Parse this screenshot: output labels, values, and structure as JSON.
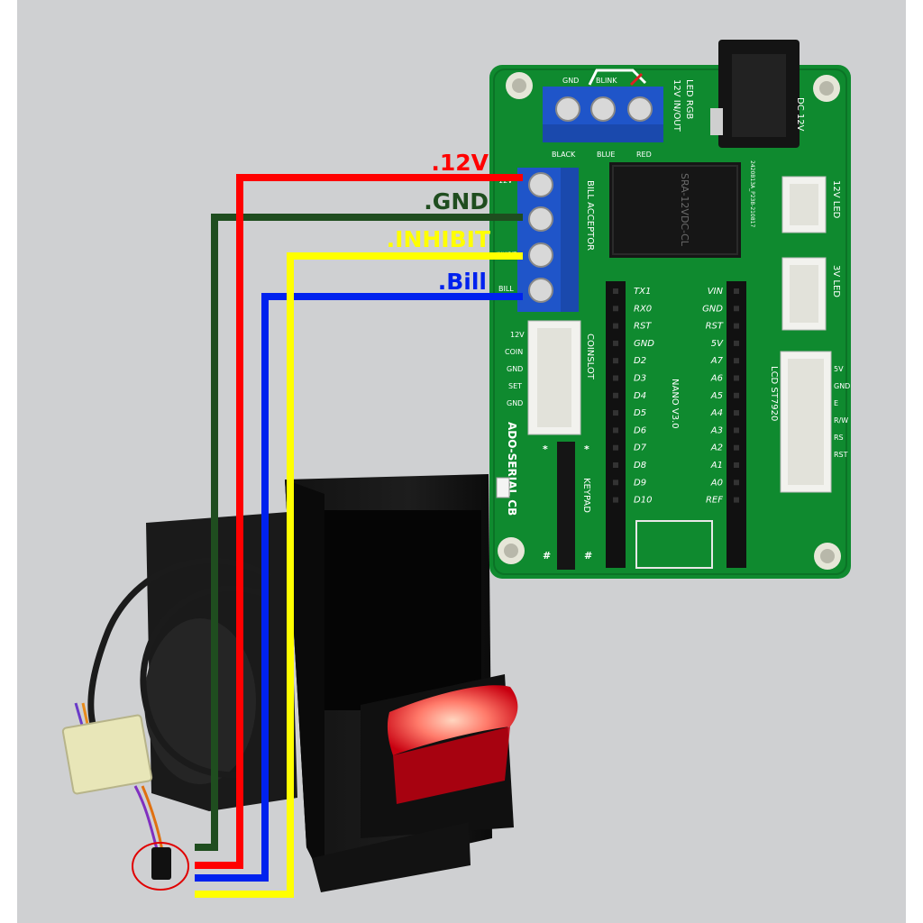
{
  "wires": [
    {
      "label": ".12V",
      "color": "#ff0000"
    },
    {
      "label": ".GND",
      "color": "#1f4d1f"
    },
    {
      "label": ".INHIBIT",
      "color": "#ffff00"
    },
    {
      "label": ".Bill",
      "color": "#0022ee"
    }
  ],
  "board": {
    "name": "ADO-SERIAL CB",
    "led_rgb_label": "LED RGB",
    "led_rgb_sub": "12V IN/OUT",
    "led_top_pins": [
      "GND",
      "BLINK"
    ],
    "led_bottom_pins": [
      "BLACK",
      "BLUE",
      "RED"
    ],
    "dc_label": "DC 12V",
    "bill_acceptor_label": "BILL ACCEPTOR",
    "bill_pins": [
      "12V",
      "GND",
      "INHIBIT",
      "BILL"
    ],
    "coinslot_label": "COINSLOT",
    "coinslot_pins": [
      "12V",
      "COIN",
      "GND",
      "SET",
      "GND"
    ],
    "keypad_label": "KEYPAD",
    "keypad_marks": [
      "*",
      "*",
      "#",
      "#"
    ],
    "nano_label": "NANO V3.0",
    "nano_left_pins": [
      "TX1",
      "RX0",
      "RST",
      "GND",
      "D2",
      "D3",
      "D4",
      "D5",
      "D6",
      "D7",
      "D8",
      "D9",
      "D10"
    ],
    "nano_right_pins": [
      "VIN",
      "GND",
      "RST",
      "5V",
      "A7",
      "A6",
      "A5",
      "A4",
      "A3",
      "A2",
      "A1",
      "A0",
      "REF"
    ],
    "relay_text": "SRA-12VDC-CL",
    "serial_text": "2420B13A_P238-210817",
    "led12_label": "12V LED",
    "led3_label": "3V LED",
    "lcd_label": "LCD ST7920",
    "lcd_pins": [
      "5V",
      "GND",
      "E",
      "R/W",
      "RS",
      "RST"
    ]
  }
}
